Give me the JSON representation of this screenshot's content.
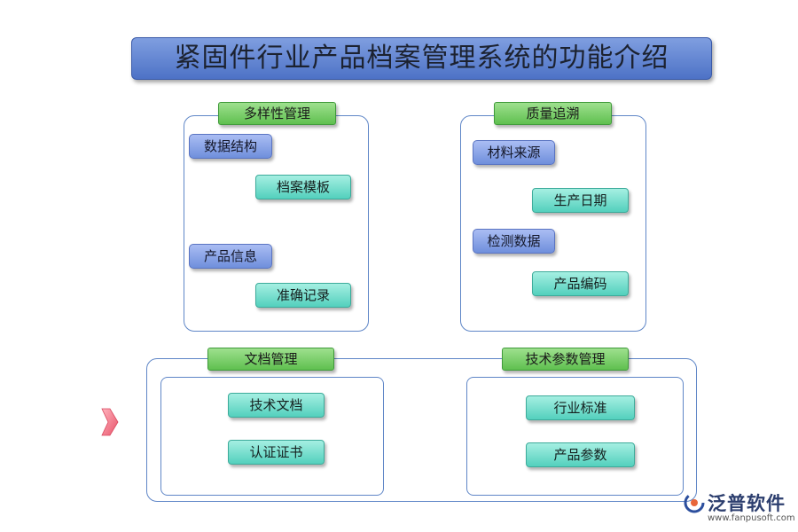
{
  "title": "紧固件行业产品档案管理系统的功能介绍",
  "panels": {
    "diversity": {
      "header": "多样性管理",
      "groups": [
        {
          "parent": "数据结构",
          "child": "档案模板"
        },
        {
          "parent": "产品信息",
          "child": "准确记录"
        }
      ]
    },
    "quality": {
      "header": "质量追溯",
      "groups": [
        {
          "parent": "材料来源",
          "child": "生产日期"
        },
        {
          "parent": "检测数据",
          "child": "产品编码"
        }
      ]
    },
    "document": {
      "header": "文档管理",
      "items": [
        "技术文档",
        "认证证书"
      ]
    },
    "tech_params": {
      "header": "技术参数管理",
      "items": [
        "行业标准",
        "产品参数"
      ]
    }
  },
  "logo": {
    "name": "泛普软件",
    "url": "www.fanpusoft.com"
  },
  "colors": {
    "title_bg": "#5b7fd0",
    "header_green": "#7fd06f",
    "node_blue": "#8ea6e8",
    "node_teal": "#7ee0cf",
    "panel_border": "#5f86c7",
    "side_arrow": "#f07a8a"
  }
}
